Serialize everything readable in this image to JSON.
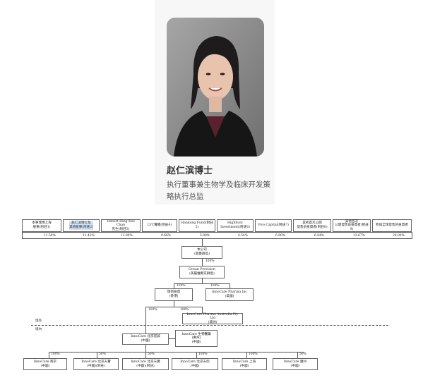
{
  "profile": {
    "name": "赵仁滨博士",
    "role": "执行董事兼生物学及临床开发策略执行总监"
  },
  "shareholders": [
    {
      "label_1": "本事瑞博上海",
      "label_2": "股東(附註1)",
      "pct": "11.59%"
    },
    {
      "label_1": "赵仁滨博士及",
      "label_2": "其他股東(附註2)",
      "pct": "12.43%"
    },
    {
      "label_1": "Hebert Pang Kee Chan",
      "label_2": "先生(附註3)",
      "pct": "12.89%"
    },
    {
      "label_1": "LVC實體(附註4)",
      "label_2": "",
      "pct": "9.66%"
    },
    {
      "label_1": "Hankang Fund(附註5)",
      "label_2": "",
      "pct": "5.80%"
    },
    {
      "label_1": "Highbury Investment(附註6)",
      "label_2": "",
      "pct": "4.54%"
    },
    {
      "label_1": "Vivo Capital(附註7)",
      "label_2": "",
      "pct": "6.80%"
    },
    {
      "label_1": "其他首次公開",
      "label_2": "發售前投資者(附註8)",
      "pct": "6.84%"
    },
    {
      "label_1": "其他首次",
      "label_2": "公開發售前投資者(附註9)",
      "pct": "13.67%"
    },
    {
      "label_1": "參與全球發售的投資者",
      "label_2": "",
      "pct": "20.00%"
    }
  ],
  "company": {
    "label_1": "本公司",
    "label_2": "(開曼群島)",
    "pct": "100%"
  },
  "ocean": {
    "label_1": "Ocean Provision",
    "label_2": "(英屬維爾京群島)"
  },
  "level3": [
    {
      "label_1": "瑞佰投資",
      "label_2": "(香港)",
      "pct": "100%"
    },
    {
      "label_1": "InnoCare Pharma Inc",
      "label_2": "(美國)",
      "pct": "100%"
    }
  ],
  "australia": {
    "label_1": "InnoCare Pharma Australia Pty Ltd",
    "label_2": "(澳洲)",
    "pct_a": "100%",
    "pct_b": "100%"
  },
  "offshore_label": "境外",
  "onshore_label": "境內",
  "beijing": {
    "label_1": "InnoCare 北京諾誠",
    "label_2": "(中國)",
    "pct": "100%"
  },
  "huizhou": {
    "label_1": "InnoCare 生物醫藥",
    "label_2": "(惠州)",
    "label_3": "(中國)"
  },
  "subsidiaries": [
    {
      "label_1": "InnoCare 南京",
      "label_2": "(中國)",
      "pct": "100%"
    },
    {
      "label_1": "InnoCare 北京天實",
      "label_2": "(中國)(附註)",
      "pct": "50%"
    },
    {
      "label_1": "InnoCare 北京天廣",
      "label_2": "(中國)(附註)",
      "pct": "50%"
    },
    {
      "label_1": "InnoCare 北京天欣",
      "label_2": "(中國)",
      "pct": "100%"
    },
    {
      "label_1": "InnoCare 上海",
      "label_2": "(中國)",
      "pct": "100%"
    },
    {
      "label_1": "InnoCare 廣州",
      "label_2": "(中國)",
      "pct": "50%"
    }
  ]
}
